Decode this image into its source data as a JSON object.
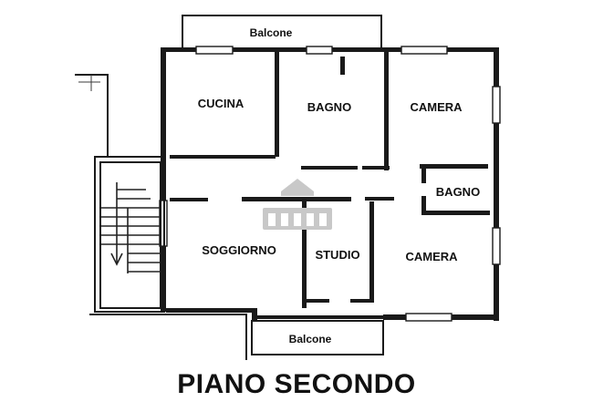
{
  "floor_title": "PIANO SECONDO",
  "rooms": {
    "balcone_top": "Balcone",
    "cucina": "CUCINA",
    "bagno_1": "BAGNO",
    "camera_1": "CAMERA",
    "bagno_2": "BAGNO",
    "soggiorno": "SOGGIORNO",
    "studio": "STUDIO",
    "camera_2": "CAMERA",
    "balcone_bottom": "Balcone"
  },
  "colors": {
    "walls": "#1a1a1a",
    "background": "#ffffff",
    "watermark": "#c8c8c8"
  }
}
